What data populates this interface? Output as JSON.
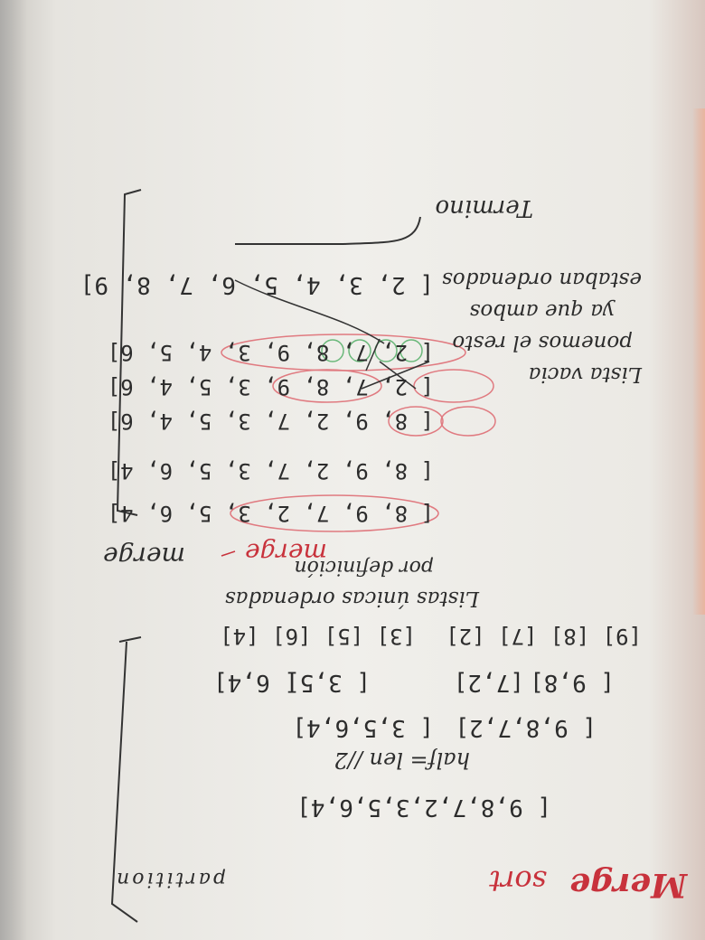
{
  "notes": {
    "title_merge": "Merge",
    "title_sort": "sort",
    "partition_label": "partition",
    "row1": "[ 9,8,7,2,3,5,6,4]",
    "half_formula": "half= len //2",
    "row2_left": "[ 9,8,7,2]",
    "row2_right": "[ 3,5,6,4]",
    "row3_a": "[ 9,8]",
    "row3_b": "[7,2]",
    "row3_c": "[ 3,5]",
    "row3_d": "[ 6,4]",
    "row4_left": "[9] [8] [7] [2]",
    "row4_right": "[3] [5] [6] [4]",
    "listas_unicas": "Listas únicas ordenadas",
    "por_definicion": "por definición",
    "merge_label": "merge",
    "merge_red": "merge",
    "m1": "[ 8, 9, 7, 2, 3, 5, 6, 4]",
    "m2": "[ 8, 9, 2, 7, 3, 5, 6, 4]",
    "m3": "[ 8, 9, 2, 7, 3, 5, 4, 6]",
    "m4": "[ 2, 7, 8, 9, 3, 5, 4, 6]",
    "m5": "[ 2, 7, 8, 9, 3, 4, 5, 6]",
    "final": "[ 2, 3, 4, 5, 6, 7, 8, 9]",
    "termino": "Termino",
    "lista_vacia": "Lista vacia",
    "ponemos": "ponemos el resto",
    "ya_que": "ya que ambos",
    "estaban": "estaban ordenados"
  }
}
